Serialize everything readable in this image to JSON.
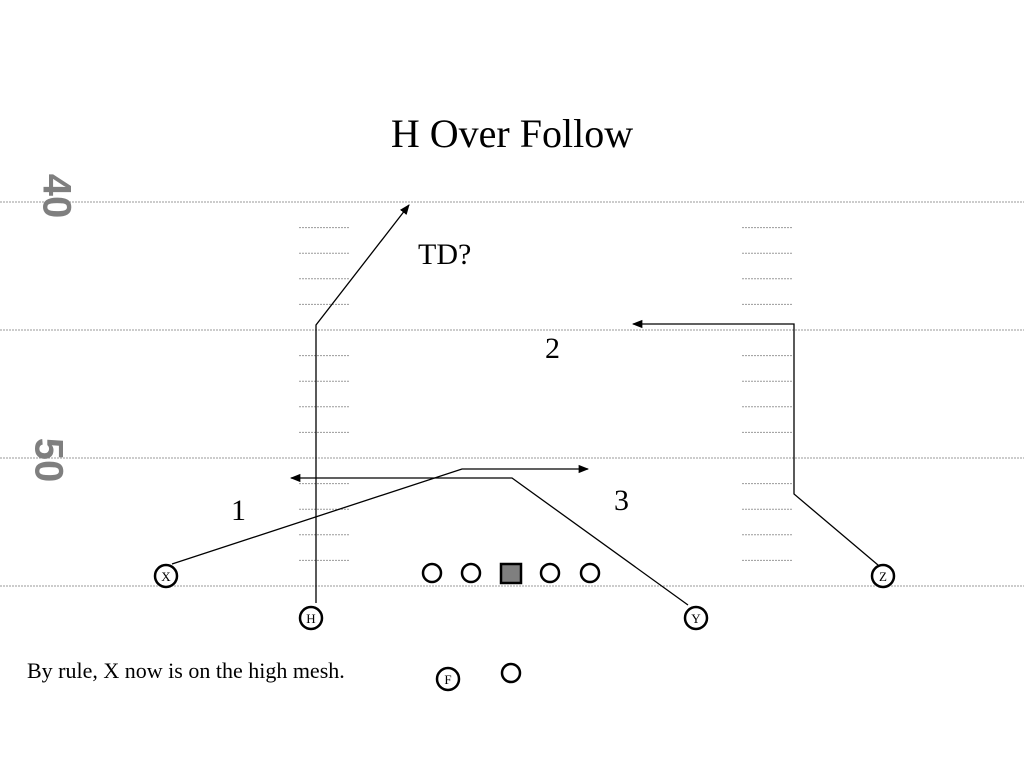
{
  "title": "H Over Follow",
  "yard_numbers": {
    "upper": "40",
    "lower": "50"
  },
  "route_labels": {
    "td": "TD?",
    "route_2": "2",
    "route_1": "1",
    "route_3": "3"
  },
  "players": {
    "x": "X",
    "h": "H",
    "y": "Y",
    "z": "Z",
    "f": "F"
  },
  "note": "By rule, X now is on the high mesh.",
  "colors": {
    "line": "#000000",
    "yard_line": "#9a9a9a",
    "yard_number": "#7f7f7f",
    "center_fill": "#7f7f7f"
  }
}
